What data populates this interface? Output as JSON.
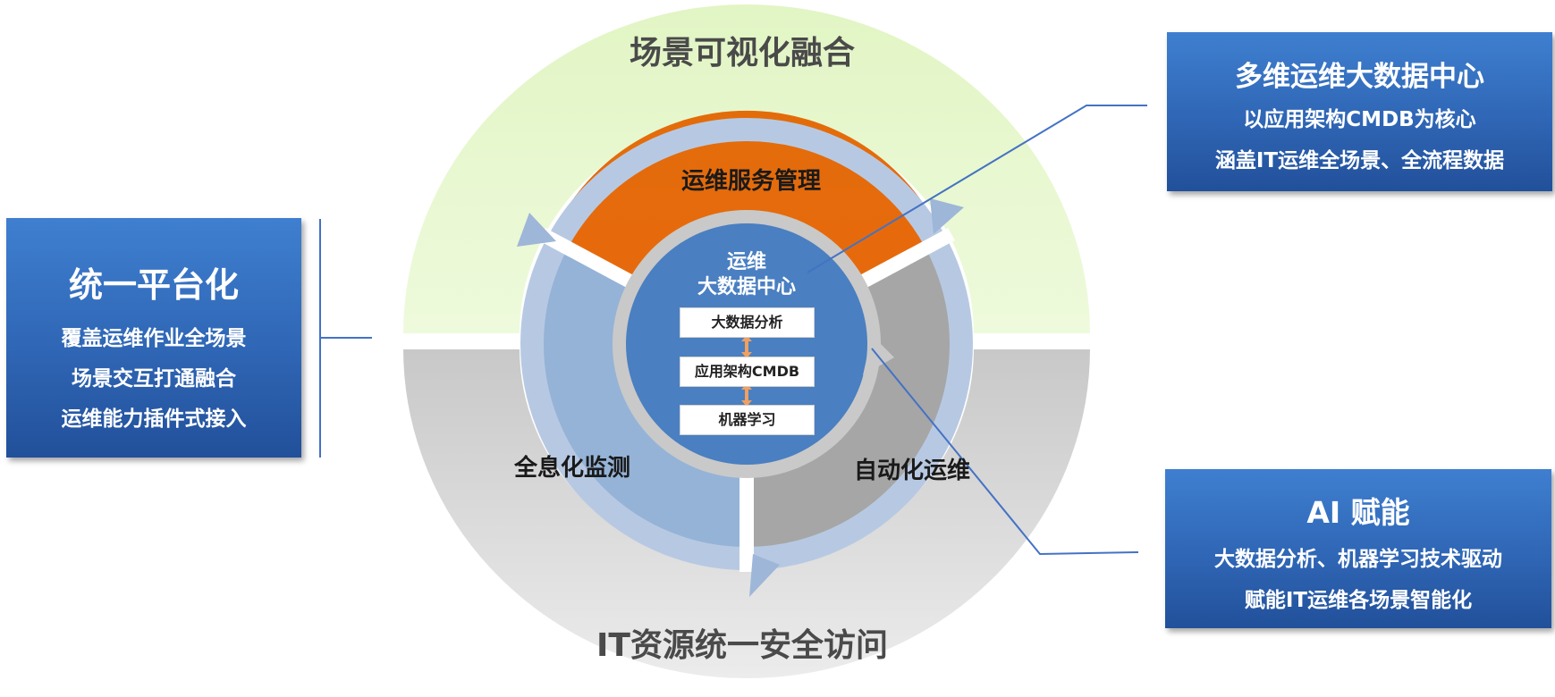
{
  "outer_ring": {
    "top_label": "场景可视化融合",
    "bottom_label": "IT资源统一安全访问"
  },
  "cycle": {
    "segments": [
      {
        "label": "运维服务管理",
        "color": "#e8690e"
      },
      {
        "label": "全息化监测",
        "color": "#95b3d7"
      },
      {
        "label": "自动化运维",
        "color": "#a5a5a5"
      }
    ]
  },
  "center": {
    "title_line1": "运维",
    "title_line2": "大数据中心",
    "items": [
      "大数据分析",
      "应用架构CMDB",
      "机器学习"
    ],
    "color": "#4a7fc1"
  },
  "left_box": {
    "title": "统一平台化",
    "lines": [
      "覆盖运维作业全场景",
      "场景交互打通融合",
      "运维能力插件式接入"
    ]
  },
  "top_right_box": {
    "title": "多维运维大数据中心",
    "lines": [
      "以应用架构CMDB为核心",
      "涵盖IT运维全场景、全流程数据"
    ]
  },
  "bottom_right_box": {
    "title": "AI 赋能",
    "lines": [
      "大数据分析、机器学习技术驱动",
      "赋能IT运维各场景智能化"
    ]
  }
}
